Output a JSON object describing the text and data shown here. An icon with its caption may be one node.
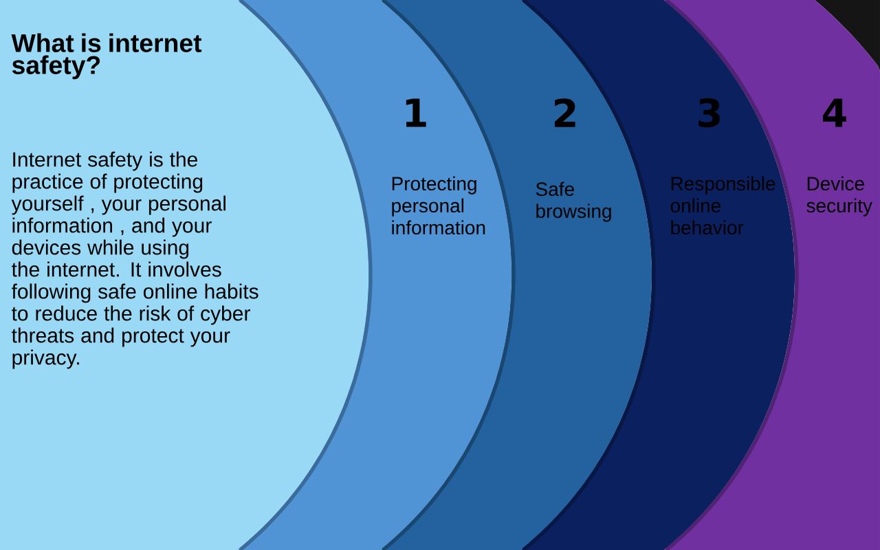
{
  "diagram": {
    "nodes": [
      {
        "text": [
          "What is internet safety?",
          "Internet safety is the practice of protecting yourself , your personal information , and your devices while using the internet. It involves following safe online habits to reduce the risk of cyber threats and protect your privacy."
        ]
      },
      {
        "text": [
          "1",
          "Protecting personal information"
        ]
      },
      {
        "text": [
          "2",
          "Safe browsing"
        ]
      },
      {
        "text": [
          "3",
          "Responsible online behavior"
        ]
      },
      {
        "text": [
          "4",
          "Device security"
        ]
      }
    ]
  }
}
